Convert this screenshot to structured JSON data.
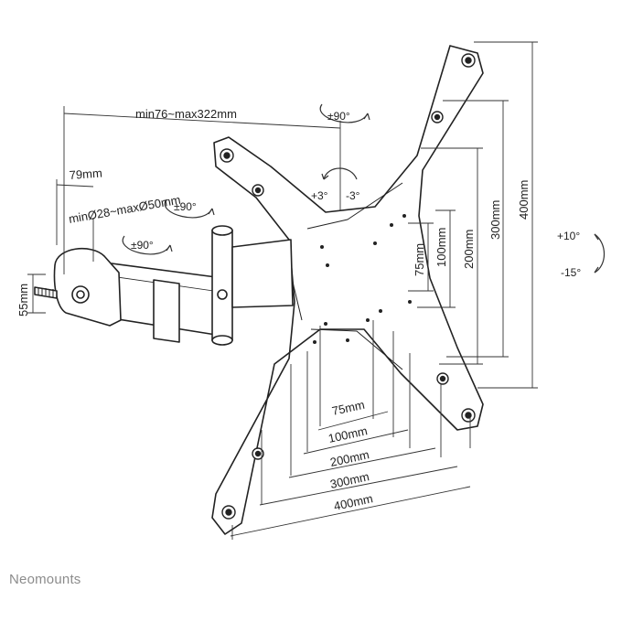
{
  "dimensions": {
    "arm_length": "min76~max322mm",
    "clamp_offset": "79mm",
    "pole_diameter": "minØ28~maxØ50mm",
    "clamp_height": "55mm",
    "vesa_h": [
      "75mm",
      "100mm",
      "200mm",
      "300mm",
      "400mm"
    ],
    "vesa_v": [
      "75mm",
      "100mm",
      "200mm",
      "300mm",
      "400mm"
    ]
  },
  "rotations": {
    "swivel_top": "±90°",
    "swivel_mid": "±90°",
    "swivel_left": "±90°",
    "level_plus": "+3°",
    "level_minus": "-3°",
    "tilt_plus": "+10°",
    "tilt_minus": "-15°"
  },
  "brand": {
    "name": "Neomounts"
  }
}
